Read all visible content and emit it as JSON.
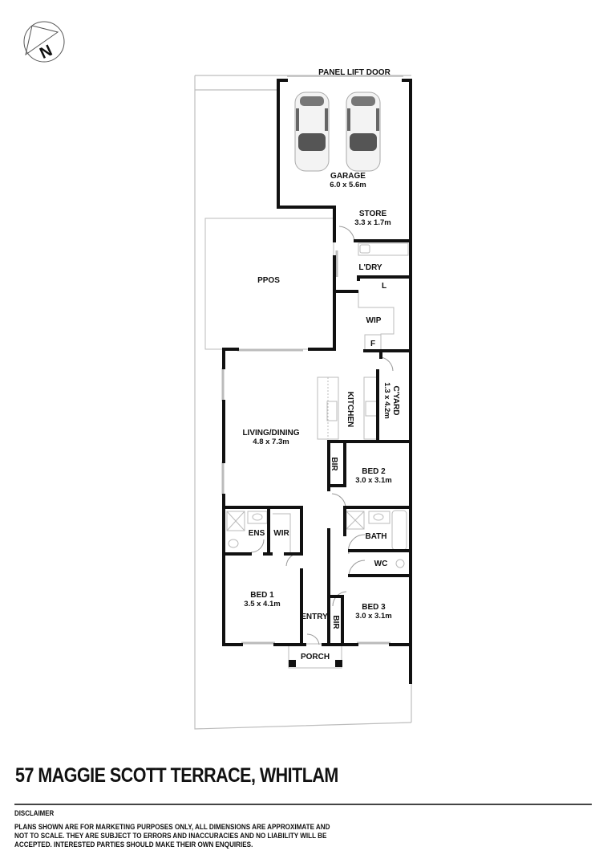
{
  "compass": {
    "icon": "north-arrow-icon",
    "label": "N"
  },
  "plan": {
    "garage_door_label": "PANEL LIFT DOOR",
    "rooms": {
      "garage": {
        "name": "GARAGE",
        "dim": "6.0 x 5.6m"
      },
      "store": {
        "name": "STORE",
        "dim": "3.3 x 1.7m"
      },
      "ppos": {
        "name": "PPOS"
      },
      "laundry": {
        "name": "L'DRY"
      },
      "laundry_cupboard": {
        "name": "L"
      },
      "wip": {
        "name": "WIP"
      },
      "fridge": {
        "name": "F"
      },
      "courtyard": {
        "name": "C'YARD",
        "dim": "1.3 x 4.2m"
      },
      "kitchen": {
        "name": "KITCHEN"
      },
      "living_dining": {
        "name": "LIVING/DINING",
        "dim": "4.8 x 7.3m"
      },
      "bir_bed2": {
        "name": "BIR"
      },
      "bed2": {
        "name": "BED 2",
        "dim": "3.0 x 3.1m"
      },
      "ens": {
        "name": "ENS"
      },
      "wir": {
        "name": "WIR"
      },
      "bath": {
        "name": "BATH"
      },
      "wc": {
        "name": "WC"
      },
      "bed1": {
        "name": "BED 1",
        "dim": "3.5 x 4.1m"
      },
      "entry": {
        "name": "ENTRY"
      },
      "bir_bed3": {
        "name": "BIR"
      },
      "bed3": {
        "name": "BED 3",
        "dim": "3.0 x 3.1m"
      },
      "porch": {
        "name": "PORCH"
      }
    }
  },
  "footer": {
    "address": "57 MAGGIE SCOTT TERRACE, WHITLAM",
    "disclaimer_heading": "DISCLAIMER",
    "disclaimer_lines": [
      "PLANS SHOWN ARE FOR MARKETING PURPOSES ONLY, ALL DIMENSIONS ARE APPROXIMATE AND",
      "NOT TO SCALE. THEY ARE SUBJECT TO ERRORS AND INACCURACIES AND NO LIABILITY WILL BE",
      "ACCEPTED. INTERESTED PARTIES SHOULD MAKE THEIR OWN ENQUIRIES."
    ]
  },
  "colors": {
    "wall": "#111111",
    "fixture": "#bbbbbb",
    "boundary": "#bdbdbd",
    "car_dark": "#555555",
    "car_light": "#e8e8e8"
  }
}
